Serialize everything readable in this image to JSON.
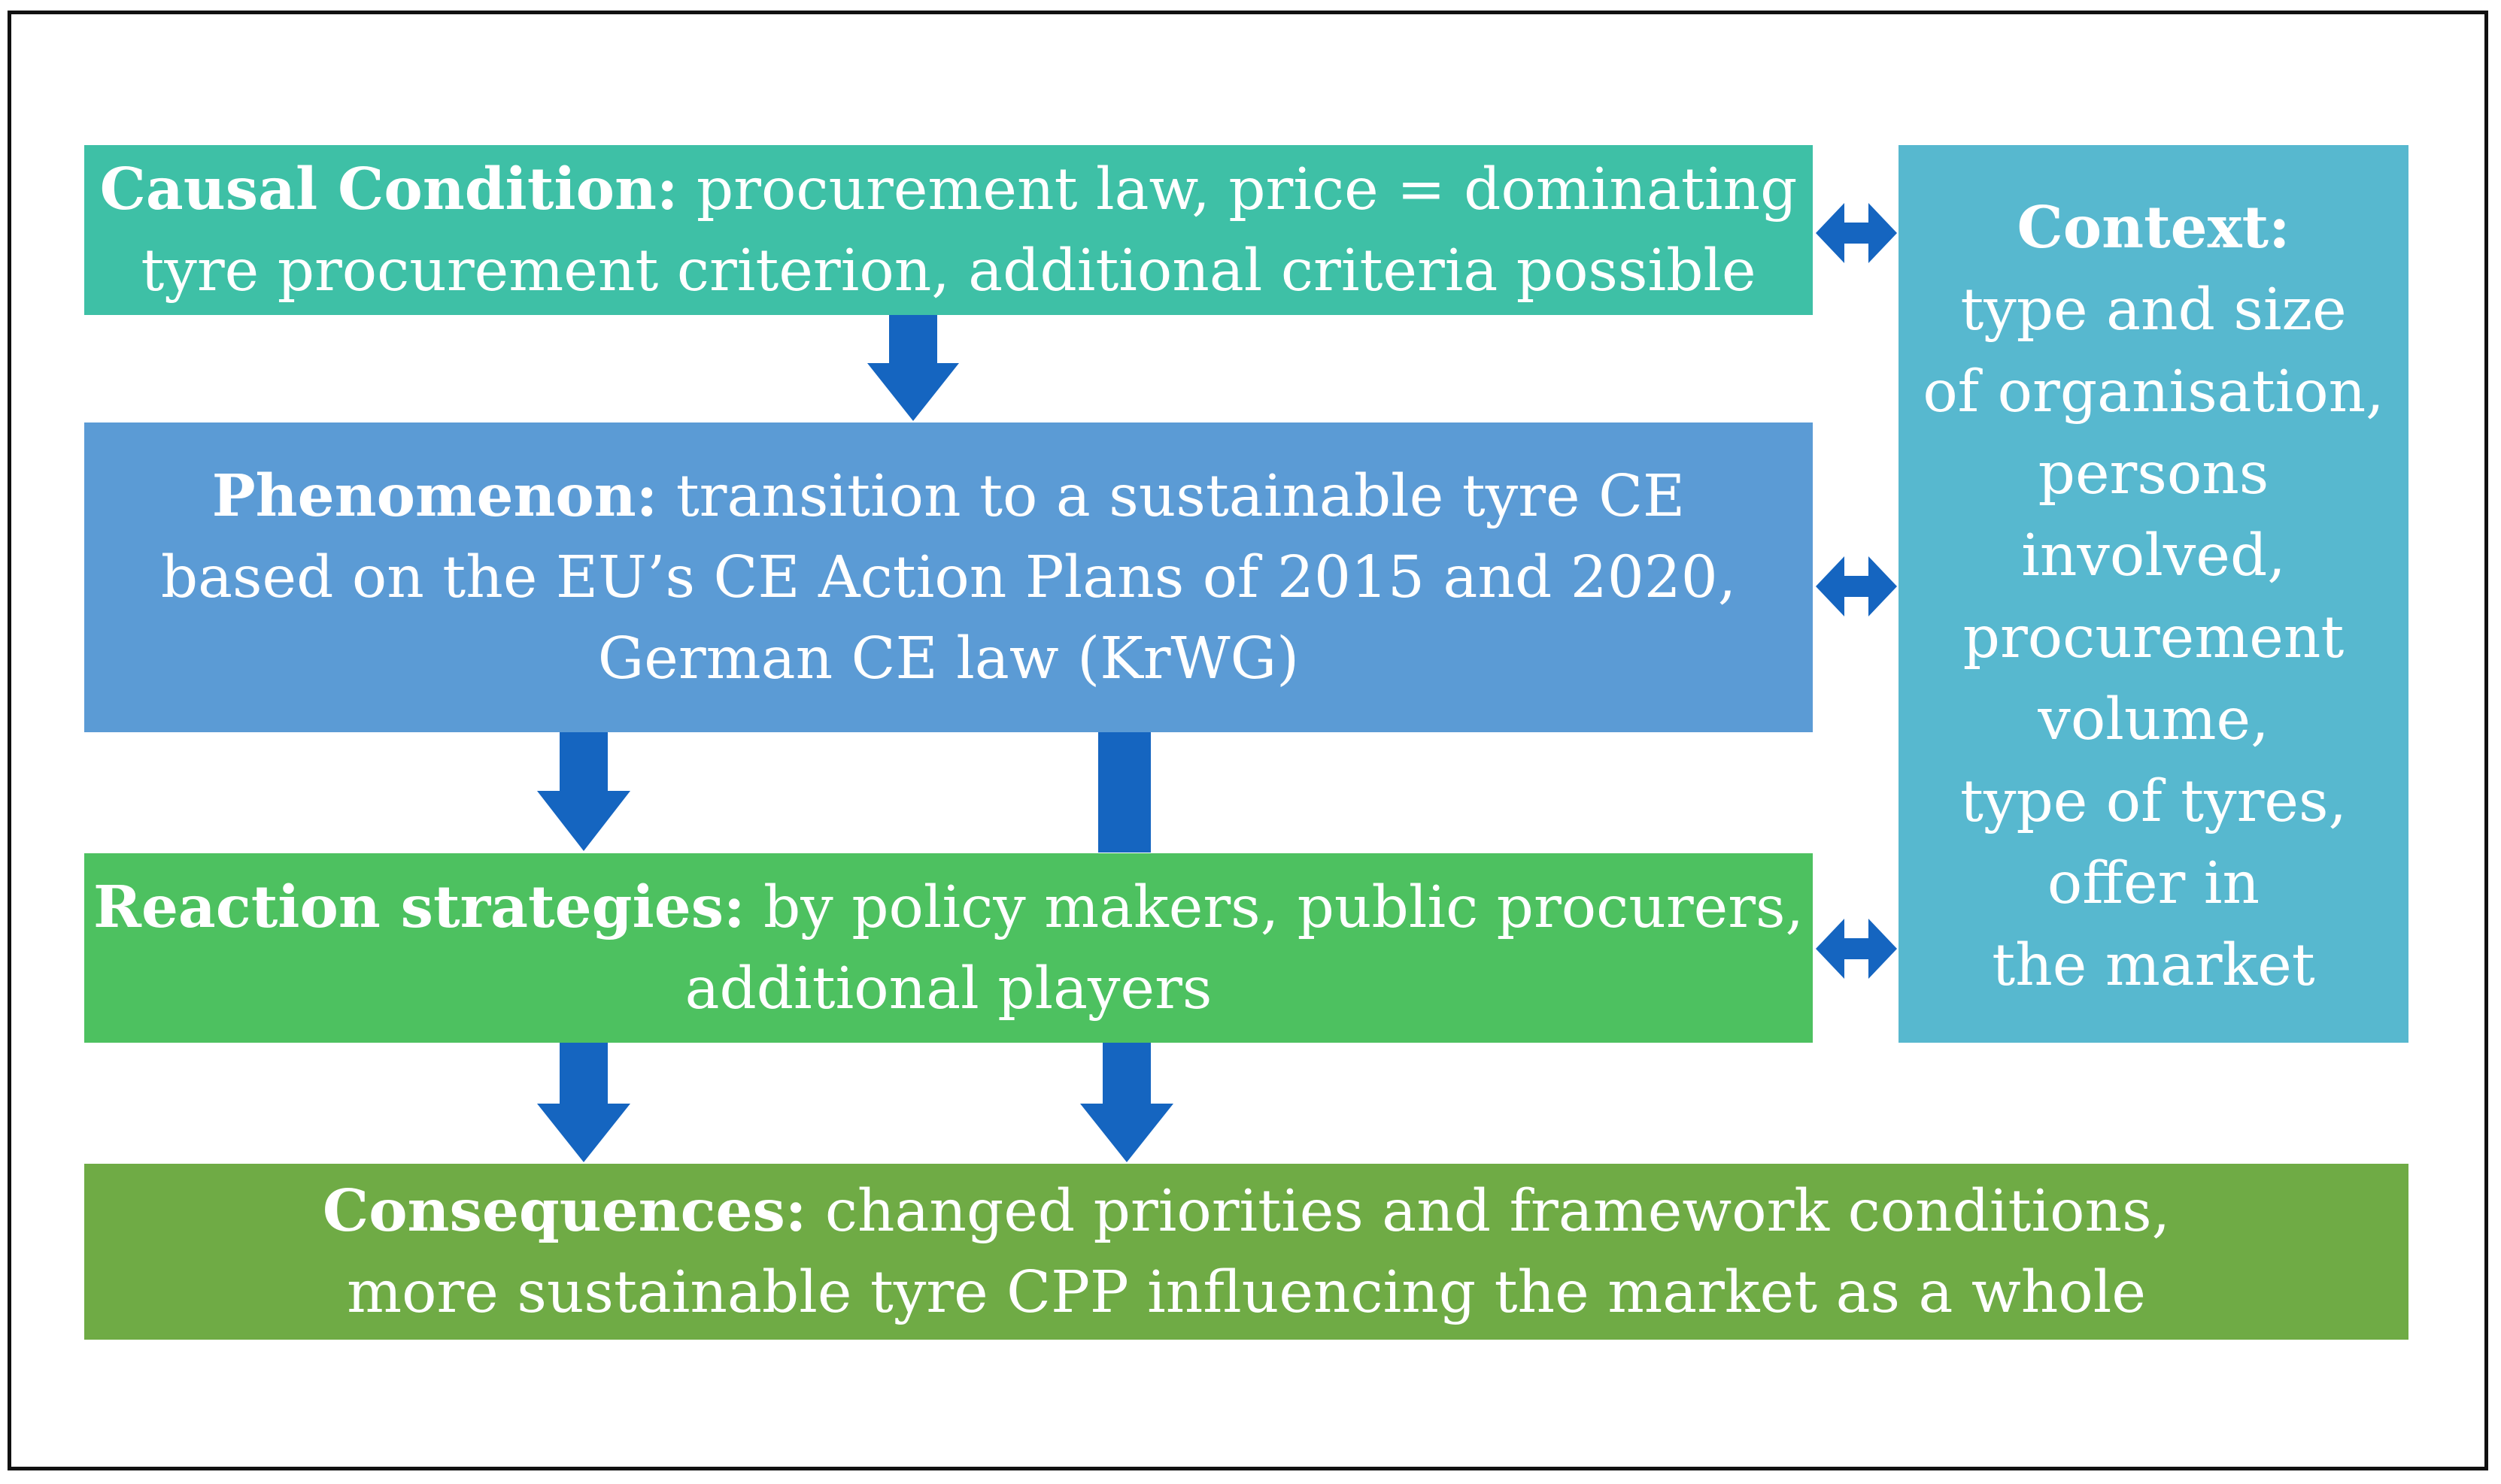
{
  "colors": {
    "causal": "#3EC0A6",
    "phenomenon": "#5B9BD5",
    "reaction": "#4DC160",
    "consequences": "#6FAB45",
    "context": "#57B8CF",
    "arrow": "#1565C0"
  },
  "causal": {
    "heading": "Causal Condition:",
    "line1": "procurement law, price = dominating",
    "line2": "tyre procurement criterion, additional criteria possible"
  },
  "phenomenon": {
    "heading": "Phenomenon:",
    "line1": "transition to a sustainable tyre CE",
    "line2": "based on the EU’s CE Action Plans of 2015 and 2020,",
    "line3": "German CE law (KrWG)"
  },
  "reaction": {
    "heading": "Reaction strategies:",
    "line1": "by policy makers, public procurers,",
    "line2": "additional players"
  },
  "consequences": {
    "heading": "Consequences:",
    "line1": "changed priorities and framework conditions,",
    "line2": "more sustainable tyre CPP influencing the market as a whole"
  },
  "context": {
    "heading": "Context:",
    "lines": [
      "type and size",
      "of organisation,",
      "persons",
      "involved,",
      "procurement",
      "volume,",
      "type of tyres,",
      "offer in",
      "the market"
    ]
  }
}
